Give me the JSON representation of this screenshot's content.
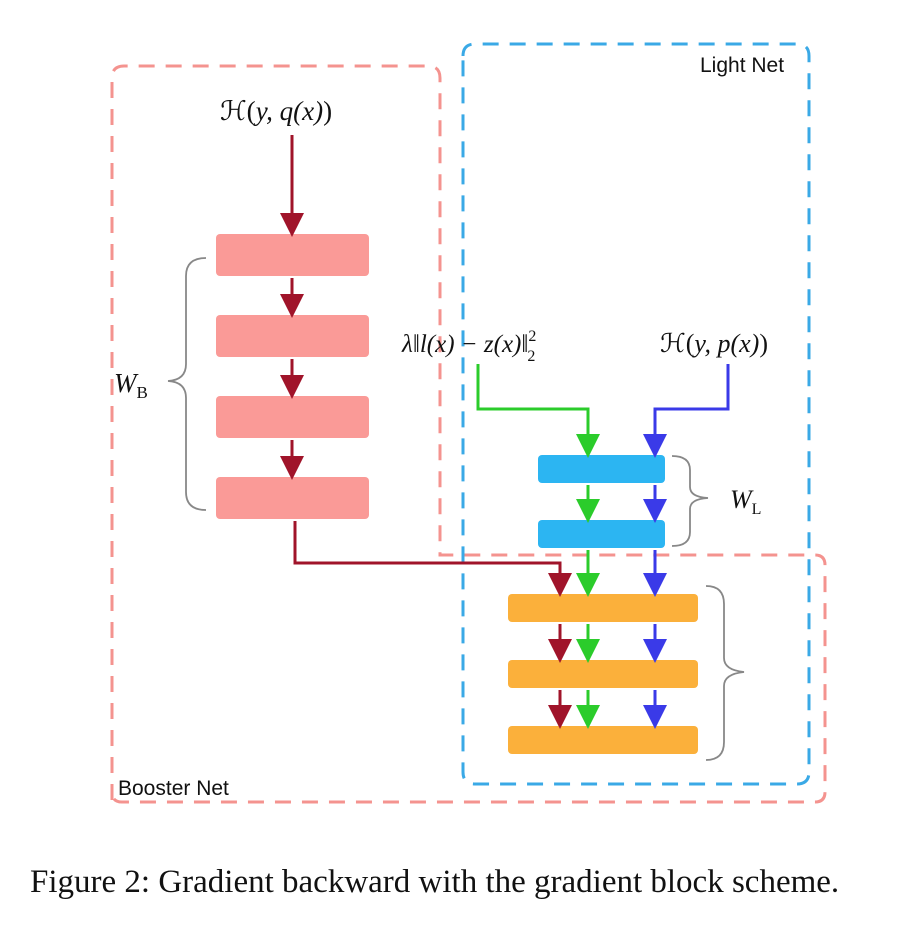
{
  "diagram": {
    "booster_label": "Booster Net",
    "light_label": "Light Net",
    "booster_loss": {
      "prefix": "ℋ(",
      "args": "y, q(x)",
      "suffix": ")"
    },
    "light_loss": {
      "prefix": "ℋ(",
      "args": "y, p(x)",
      "suffix": ")"
    },
    "hint_loss": {
      "text": "λ‖l(x) − z(x)‖",
      "sup": "2",
      "sub": "2"
    },
    "wb_label": {
      "base": "W",
      "sub": "B"
    },
    "wl_label": {
      "base": "W",
      "sub": "L"
    }
  },
  "caption": "Figure 2: Gradient backward with the gradient block scheme.",
  "colors": {
    "booster_block": "#fa9a97",
    "light_block": "#2cb5f2",
    "shared_block": "#fbb03b",
    "booster_grad": "#a0142a",
    "hint_grad": "#2bcc2b",
    "light_grad": "#3a3ae8",
    "booster_border": "#f4938f",
    "light_border": "#3aa9e6"
  }
}
